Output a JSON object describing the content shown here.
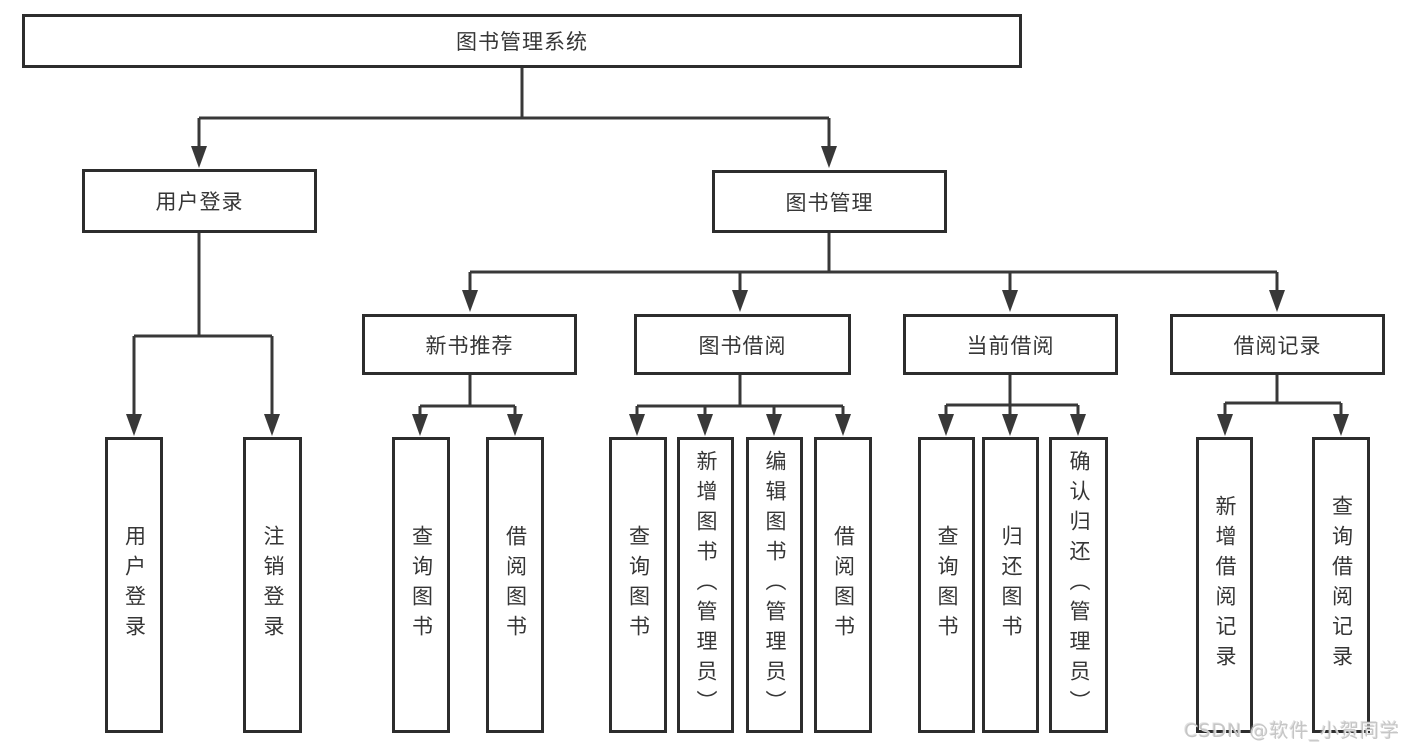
{
  "diagram": {
    "root": {
      "label": "图书管理系统"
    },
    "branches": [
      {
        "label": "用户登录",
        "children": [
          {
            "label": "用户登录"
          },
          {
            "label": "注销登录"
          }
        ]
      },
      {
        "label": "图书管理",
        "children": [
          {
            "label": "新书推荐",
            "children": [
              {
                "label": "查询图书"
              },
              {
                "label": "借阅图书"
              }
            ]
          },
          {
            "label": "图书借阅",
            "children": [
              {
                "label": "查询图书"
              },
              {
                "label": "新增图书（管理员）"
              },
              {
                "label": "编辑图书（管理员）"
              },
              {
                "label": "借阅图书"
              }
            ]
          },
          {
            "label": "当前借阅",
            "children": [
              {
                "label": "查询图书"
              },
              {
                "label": "归还图书"
              },
              {
                "label": "确认归还（管理员）"
              }
            ]
          },
          {
            "label": "借阅记录",
            "children": [
              {
                "label": "新增借阅记录"
              },
              {
                "label": "查询借阅记录"
              }
            ]
          }
        ]
      }
    ]
  },
  "watermark": {
    "text": "CSDN @软件_小贺同学"
  },
  "colors": {
    "line": "#383838",
    "box_border": "#2d2d2d",
    "text": "#363636",
    "background": "#ffffff",
    "watermark": "#c6c6c6"
  }
}
